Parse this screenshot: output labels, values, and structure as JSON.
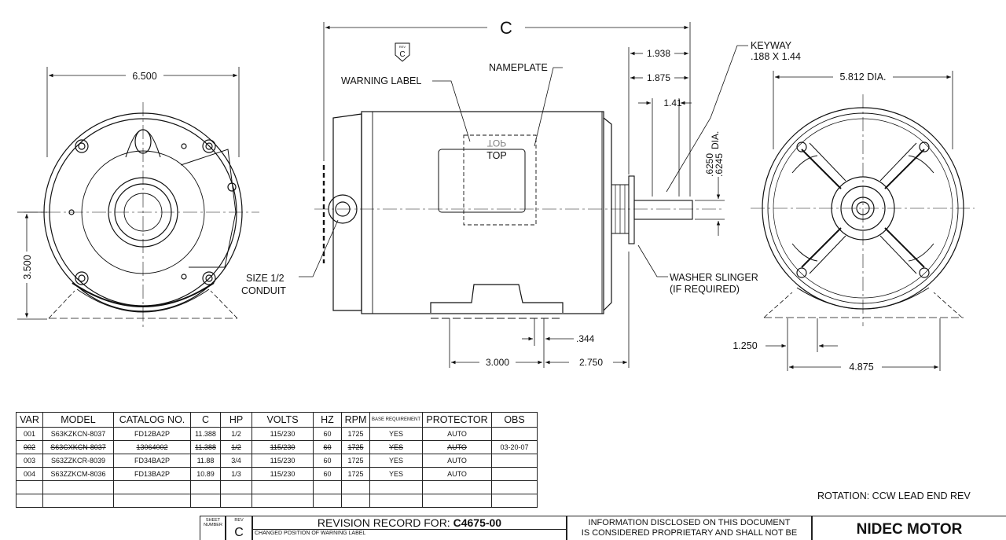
{
  "dims": {
    "C": "C",
    "d6500": "6.500",
    "d3500": "3.500",
    "d1938": "1.938",
    "d1875": "1.875",
    "d141": "1.41",
    "d6250": ".6250",
    "d6245": ".6245",
    "dia": "DIA.",
    "d5812": "5.812  DIA.",
    "d344": ".344",
    "d3000": "3.000",
    "d2750": "2.750",
    "d1250": "1.250",
    "d4875": "4.875"
  },
  "labels": {
    "rev_small": "REV",
    "rev_letter": "C",
    "warning_label": "WARNING LABEL",
    "nameplate": "NAMEPLATE",
    "top_mirror": "TOP",
    "top": "TOP",
    "keyway_1": "KEYWAY",
    "keyway_2": ".188 X 1.44",
    "conduit_1": "SIZE 1/2",
    "conduit_2": "CONDUIT",
    "slinger_1": "WASHER SLINGER",
    "slinger_2": "(IF REQUIRED)",
    "rotation": "ROTATION:  CCW LEAD END REV"
  },
  "table": {
    "headers": [
      "VAR",
      "MODEL",
      "CATALOG NO.",
      "C",
      "HP",
      "VOLTS",
      "HZ",
      "RPM",
      "BASE REQUIREMENT",
      "PROTECTOR",
      "OBS"
    ],
    "rows": [
      [
        "001",
        "S63KZKCN-8037",
        "FD12BA2P",
        "11.388",
        "1/2",
        "115/230",
        "60",
        "1725",
        "YES",
        "AUTO",
        ""
      ],
      [
        "002",
        "S63CXKCN-8037",
        "13064002",
        "11.388",
        "1/2",
        "115/230",
        "60",
        "1725",
        "YES",
        "AUTO",
        "03-20-07"
      ],
      [
        "003",
        "S63ZZKCR-8039",
        "FD34BA2P",
        "11.88",
        "3/4",
        "115/230",
        "60",
        "1725",
        "YES",
        "AUTO",
        ""
      ],
      [
        "004",
        "S63ZZKCM-8036",
        "FD13BA2P",
        "10.89",
        "1/3",
        "115/230",
        "60",
        "1725",
        "YES",
        "AUTO",
        ""
      ],
      [
        "",
        "",
        "",
        "",
        "",
        "",
        "",
        "",
        "",
        "",
        ""
      ],
      [
        "",
        "",
        "",
        "",
        "",
        "",
        "",
        "",
        "",
        "",
        ""
      ]
    ]
  },
  "title_block": {
    "sheet_number": "SHEET NUMBER",
    "rev": "REV",
    "rev_value": "C",
    "record_prefix": "REVISION RECORD FOR: ",
    "record_id": "C4675-00",
    "record_line": "CHANGED POSITION OF WARNING LABEL",
    "info_1": "INFORMATION DISCLOSED ON THIS DOCUMENT",
    "info_2": "IS CONSIDERED PROPRIETARY AND SHALL NOT BE",
    "company": "NIDEC MOTOR"
  }
}
